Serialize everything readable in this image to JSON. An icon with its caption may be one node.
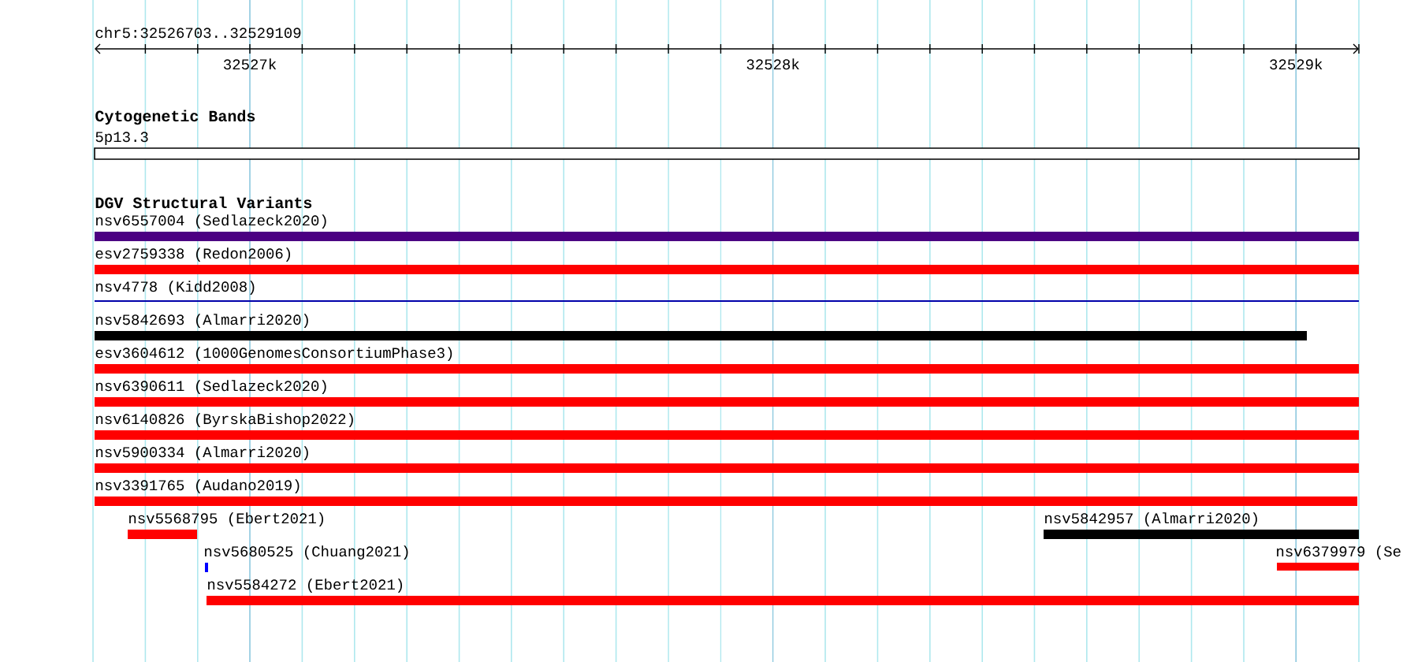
{
  "diagram": {
    "title": "chr5:32526703..32529109",
    "nodes": [
      {
        "text": [
          "5p13.3"
        ]
      },
      {
        "text": [
          "nsv6557004 (Sedlazeck2020)"
        ]
      },
      {
        "text": [
          "esv2759338 (Redon2006)"
        ]
      },
      {
        "text": [
          "nsv4778 (Kidd2008)"
        ]
      },
      {
        "text": [
          "nsv5842693 (Almarri2020)"
        ]
      },
      {
        "text": [
          "esv3604612 (1000GenomesConsortiumPhase3)"
        ]
      },
      {
        "text": [
          "nsv6390611 (Sedlazeck2020)"
        ]
      },
      {
        "text": [
          "nsv6140826 (ByrskaBishop2022)"
        ]
      },
      {
        "text": [
          "nsv5900334 (Almarri2020)"
        ]
      },
      {
        "text": [
          "nsv3391765 (Audano2019)"
        ]
      },
      {
        "text": [
          "nsv5568795 (Ebert2021)"
        ]
      },
      {
        "text": [
          "nsv5842957 (Almarri2020)"
        ]
      },
      {
        "text": [
          "nsv5680525 (Chuang2021)"
        ]
      },
      {
        "text": [
          "nsv6379979 (Se"
        ]
      },
      {
        "text": [
          "nsv5584272 (Ebert2021)"
        ]
      }
    ],
    "labels": [
      "32527k",
      "32528k",
      "32529k",
      "Cytogenetic Bands",
      "DGV Structural Variants"
    ]
  }
}
